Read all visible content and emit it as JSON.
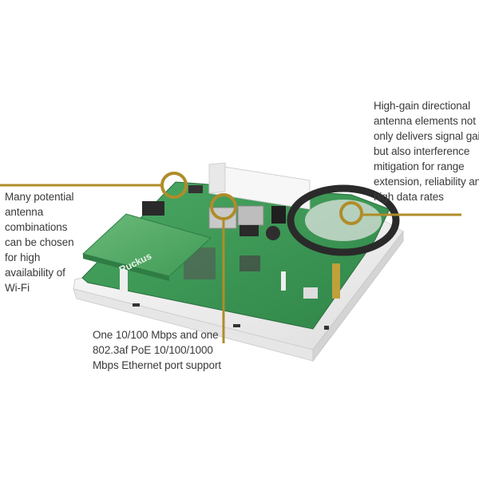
{
  "colors": {
    "accent": "#b08c2a",
    "board": "#3c9a56",
    "enclosure": "#f2f2f2"
  },
  "callouts": {
    "left": {
      "lines": [
        "Many potential",
        "antenna",
        "combinations",
        "can be chosen",
        "for high",
        "availability of",
        "Wi-Fi"
      ]
    },
    "bottom": {
      "lines": [
        "One 10/100 Mbps and one",
        "802.3af PoE 10/100/1000",
        "Mbps Ethernet port support"
      ]
    },
    "right": {
      "lines": [
        "High-gain directional",
        "antenna elements not",
        "only delivers signal gain",
        "but also interference",
        "mitigation for range",
        "extension, reliability and",
        "high data rates"
      ]
    }
  },
  "board": {
    "brand": "Ruckus"
  }
}
